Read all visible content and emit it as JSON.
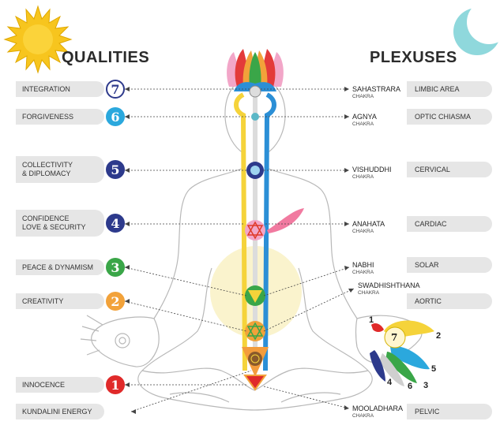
{
  "headings": {
    "qualities": "QUALITIES",
    "plexuses": "PLEXUSES"
  },
  "qualities": [
    {
      "label": "INTEGRATION",
      "number": "7",
      "color": "#ffffff",
      "border": "#2e3a8c",
      "text_color": "#2e3a8c"
    },
    {
      "label": "FORGIVENESS",
      "number": "6",
      "color": "#2ba8dd",
      "border": "#2ba8dd",
      "text_color": "#ffffff"
    },
    {
      "label": "COLLECTIVITY\n& DIPLOMACY",
      "number": "5",
      "color": "#2d3a8c",
      "border": "#2d3a8c",
      "text_color": "#ffffff"
    },
    {
      "label": "CONFIDENCE\nLOVE & SECURITY",
      "number": "4",
      "color": "#2d3a8c",
      "border": "#2d3a8c",
      "text_color": "#ffffff"
    },
    {
      "label": "PEACE & DYNAMISM",
      "number": "3",
      "color": "#3aa648",
      "border": "#3aa648",
      "text_color": "#ffffff"
    },
    {
      "label": "CREATIVITY",
      "number": "2",
      "color": "#f2a23a",
      "border": "#f2a23a",
      "text_color": "#ffffff"
    },
    {
      "label": "INNOCENCE",
      "number": "1",
      "color": "#e02a2a",
      "border": "#e02a2a",
      "text_color": "#ffffff"
    },
    {
      "label": "KUNDALINI ENERGY"
    }
  ],
  "chakras": [
    {
      "name": "SAHASTRARA",
      "sub": "CHAKRA"
    },
    {
      "name": "AGNYA",
      "sub": "CHAKRA"
    },
    {
      "name": "VISHUDDHI",
      "sub": "CHAKRA"
    },
    {
      "name": "ANAHATA",
      "sub": "CHAKRA"
    },
    {
      "name": "NABHI",
      "sub": "CHAKRA"
    },
    {
      "name": "SWADHISHTHANA",
      "sub": "CHAKRA"
    },
    {
      "name": "MOOLADHARA",
      "sub": "CHAKRA"
    }
  ],
  "plexuses": [
    "LIMBIC AREA",
    "OPTIC CHIASMA",
    "CERVICAL",
    "CARDIAC",
    "SOLAR",
    "AORTIC",
    "PELVIC"
  ],
  "finger_numbers": [
    "1",
    "2",
    "5",
    "3",
    "6",
    "4"
  ],
  "palm_number": "7",
  "colors": {
    "sun": "#f7c51e",
    "moon": "#7fd3d8",
    "yellow_channel": "#f5d33a",
    "blue_channel": "#2b8fd6",
    "box_bg": "#e6e6e6"
  }
}
